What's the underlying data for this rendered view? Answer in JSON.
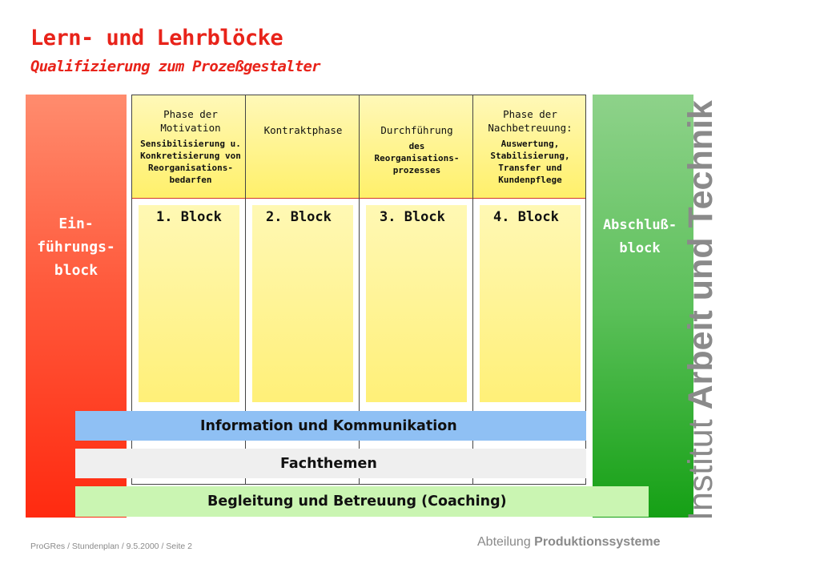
{
  "title": "Lern- und Lehrblöcke",
  "subtitle": "Qualifizierung zum Prozeßgestalter",
  "entry_block": {
    "lines": [
      "Ein-",
      "führungs-",
      "block"
    ]
  },
  "final_block": {
    "lines": [
      "Abschluß-",
      "block"
    ]
  },
  "phases": [
    {
      "title_lines": [
        "Phase der",
        "Motivation"
      ],
      "sub_lines": [
        "Sensibilisierung u.",
        "Konkretisierung von",
        "Reorganisations-",
        "bedarfen"
      ],
      "block": "1. Block"
    },
    {
      "title_lines": [
        "Kontraktphase"
      ],
      "sub_lines": [],
      "block": "2. Block"
    },
    {
      "title_lines": [
        "Durchführung"
      ],
      "sub_lines": [
        "des",
        "Reorganisations-",
        "prozesses"
      ],
      "block": "3. Block"
    },
    {
      "title_lines": [
        "Phase der",
        "Nachbetreuung:"
      ],
      "sub_lines": [
        "Auswertung,",
        "Stabilisierung,",
        "Transfer und",
        "Kundenpflege"
      ],
      "block": "4. Block"
    }
  ],
  "bands": {
    "info": "Information und Kommunikation",
    "fach": "Fachthemen",
    "coaching": "Begleitung und Betreuung (Coaching)"
  },
  "institute": {
    "light": "Institut",
    "bold": "Arbeit und Technik"
  },
  "footer": {
    "left": "ProGRes / Stundenplan / 9.5.2000 /  Seite 2",
    "department_light": "Abteilung",
    "department_bold": "Produktionssysteme"
  },
  "colors": {
    "title": "#e8231a",
    "entry_block": "#ff5a3c",
    "final_block": "#5cc05a",
    "phase_header": "#fff06a",
    "band_info": "#8fc0f4",
    "band_fach": "#efefef",
    "band_coaching": "#caf5b2"
  }
}
